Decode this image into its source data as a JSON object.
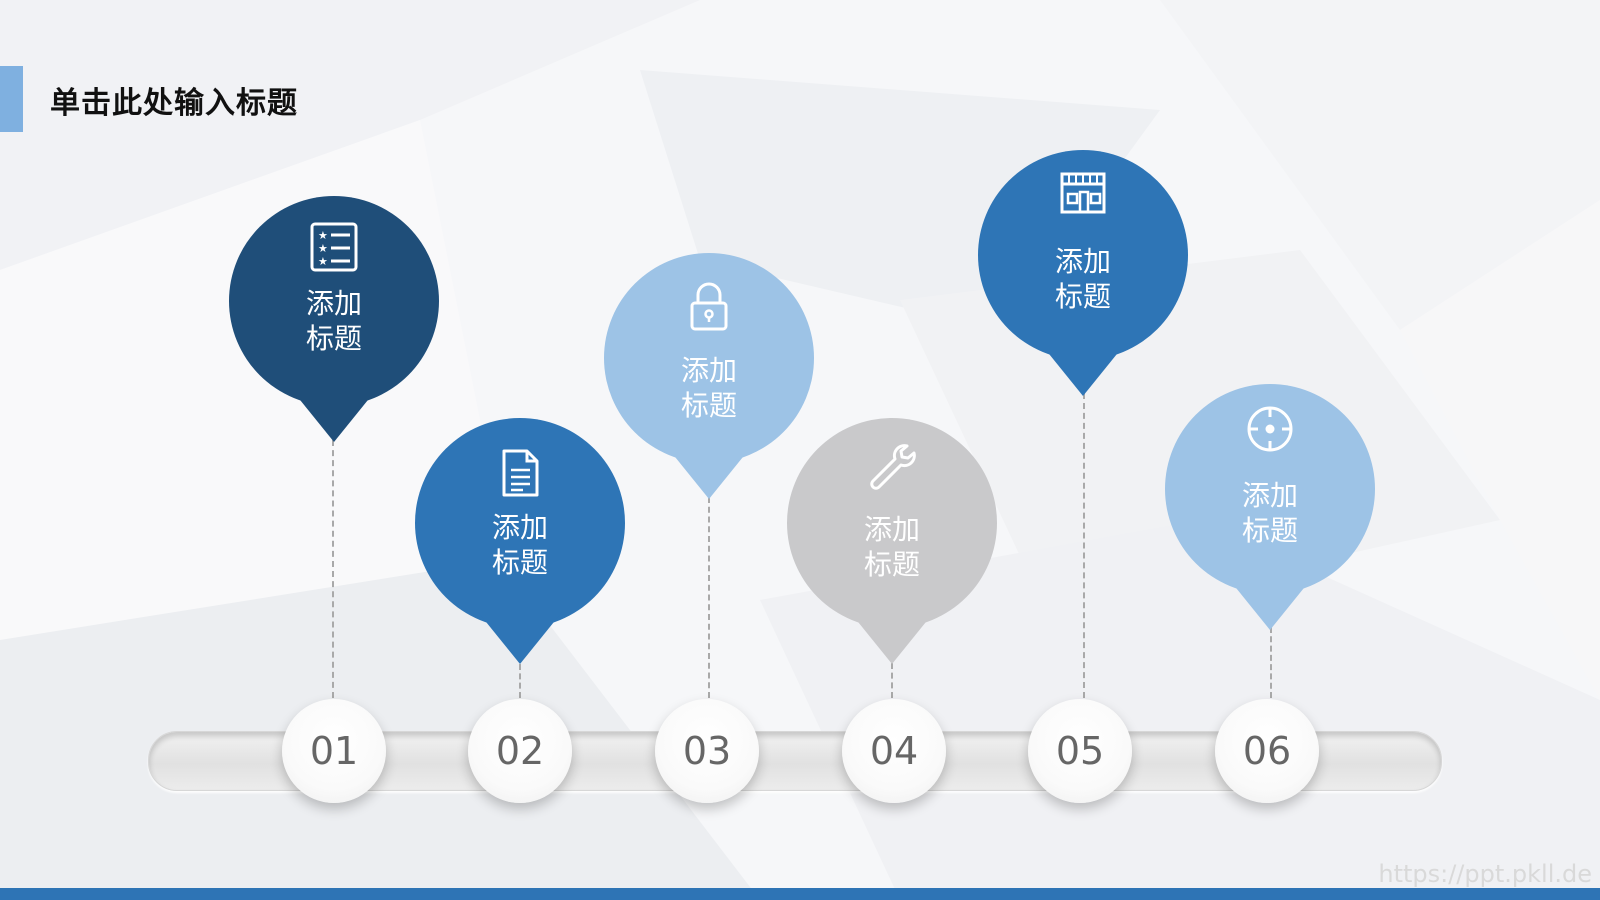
{
  "slide": {
    "title": "单击此处输入标题",
    "watermark": "https://ppt.pkll.de"
  },
  "colors": {
    "dark_blue": "#1f4e79",
    "mid_blue": "#2e75b6",
    "light_blue": "#9dc3e6",
    "gray": "#c9c9cb",
    "title_accent": "#7fb0e0",
    "footer": "#2e74b5"
  },
  "steps": [
    {
      "number": "01",
      "label_line1": "添加",
      "label_line2": "标题",
      "icon": "list-icon",
      "color": "#1f4e79"
    },
    {
      "number": "02",
      "label_line1": "添加",
      "label_line2": "标题",
      "icon": "document-icon",
      "color": "#2e75b6"
    },
    {
      "number": "03",
      "label_line1": "添加",
      "label_line2": "标题",
      "icon": "lock-icon",
      "color": "#9dc3e6"
    },
    {
      "number": "04",
      "label_line1": "添加",
      "label_line2": "标题",
      "icon": "wrench-icon",
      "color": "#c9c9cb"
    },
    {
      "number": "05",
      "label_line1": "添加",
      "label_line2": "标题",
      "icon": "store-icon",
      "color": "#2e75b6"
    },
    {
      "number": "06",
      "label_line1": "添加",
      "label_line2": "标题",
      "icon": "target-icon",
      "color": "#9dc3e6"
    }
  ]
}
